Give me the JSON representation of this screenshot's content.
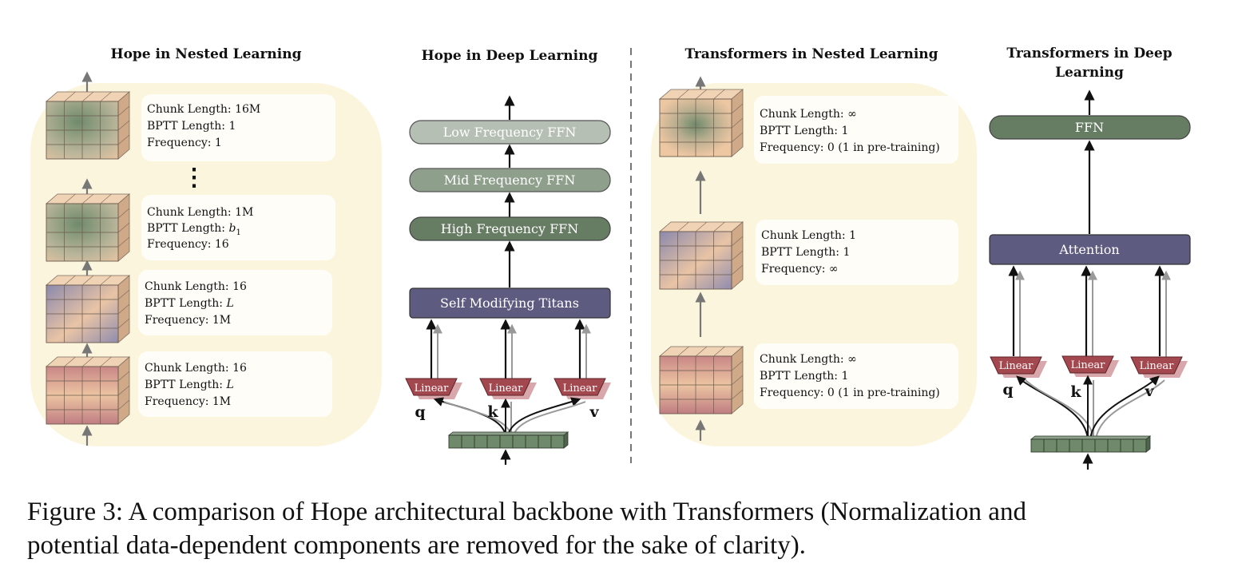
{
  "panels": {
    "hope_nested": {
      "title": "Hope in Nested Learning",
      "levels": [
        {
          "chunk": "Chunk Length: 16M",
          "bptt": "BPTT Length: 1",
          "freq": "Frequency: 1"
        },
        {
          "chunk": "Chunk Length: 1M",
          "bptt_prefix": "BPTT Length: ",
          "bptt_var": "b",
          "bptt_sub": "1",
          "freq": "Frequency: 16"
        },
        {
          "chunk": "Chunk Length: 16",
          "bptt_prefix": "BPTT Length: ",
          "bptt_var": "L",
          "freq": "Frequency: 1M"
        },
        {
          "chunk": "Chunk Length: 16",
          "bptt_prefix": "BPTT Length: ",
          "bptt_var": "L",
          "freq": "Frequency: 1M"
        }
      ],
      "ellipsis": "⋮"
    },
    "hope_deep": {
      "title": "Hope in Deep Learning",
      "blocks": [
        "Low Frequency FFN",
        "Mid Frequency FFN",
        "High Frequency FFN",
        "Self Modifying Titans"
      ],
      "linear_label": "Linear",
      "inputs": [
        "q",
        "k",
        "v"
      ]
    },
    "trans_nested": {
      "title": "Transformers in Nested Learning",
      "levels": [
        {
          "chunk": "Chunk Length: ∞",
          "bptt": "BPTT Length: 1",
          "freq": "Frequency: 0 (1 in pre-training)"
        },
        {
          "chunk": "Chunk Length: 1",
          "bptt": "BPTT Length: 1",
          "freq": "Frequency: ∞"
        },
        {
          "chunk": "Chunk Length: ∞",
          "bptt": "BPTT Length: 1",
          "freq": "Frequency: 0 (1 in pre-training)"
        }
      ]
    },
    "trans_deep": {
      "title_line1": "Transformers in Deep",
      "title_line2": "Learning",
      "blocks": [
        "FFN",
        "Attention"
      ],
      "linear_label": "Linear",
      "inputs": [
        "q",
        "k",
        "v"
      ]
    }
  },
  "caption": {
    "line1": "Figure 3:  A comparison of Hope architectural backbone with Transformers (Normalization and",
    "line2": "potential data-dependent components are removed for the sake of clarity)."
  },
  "colors": {
    "panel_bg": "#fcf5de",
    "card_bg": "#fffdf7",
    "cube_peach": "#edc6a2",
    "green": "#6f8a6b",
    "purple": "#5d5b7f",
    "red": "#a4484f",
    "low_ffn": "#b5bfb3",
    "mid_ffn": "#8ea08b",
    "high_ffn": "#667d63"
  }
}
